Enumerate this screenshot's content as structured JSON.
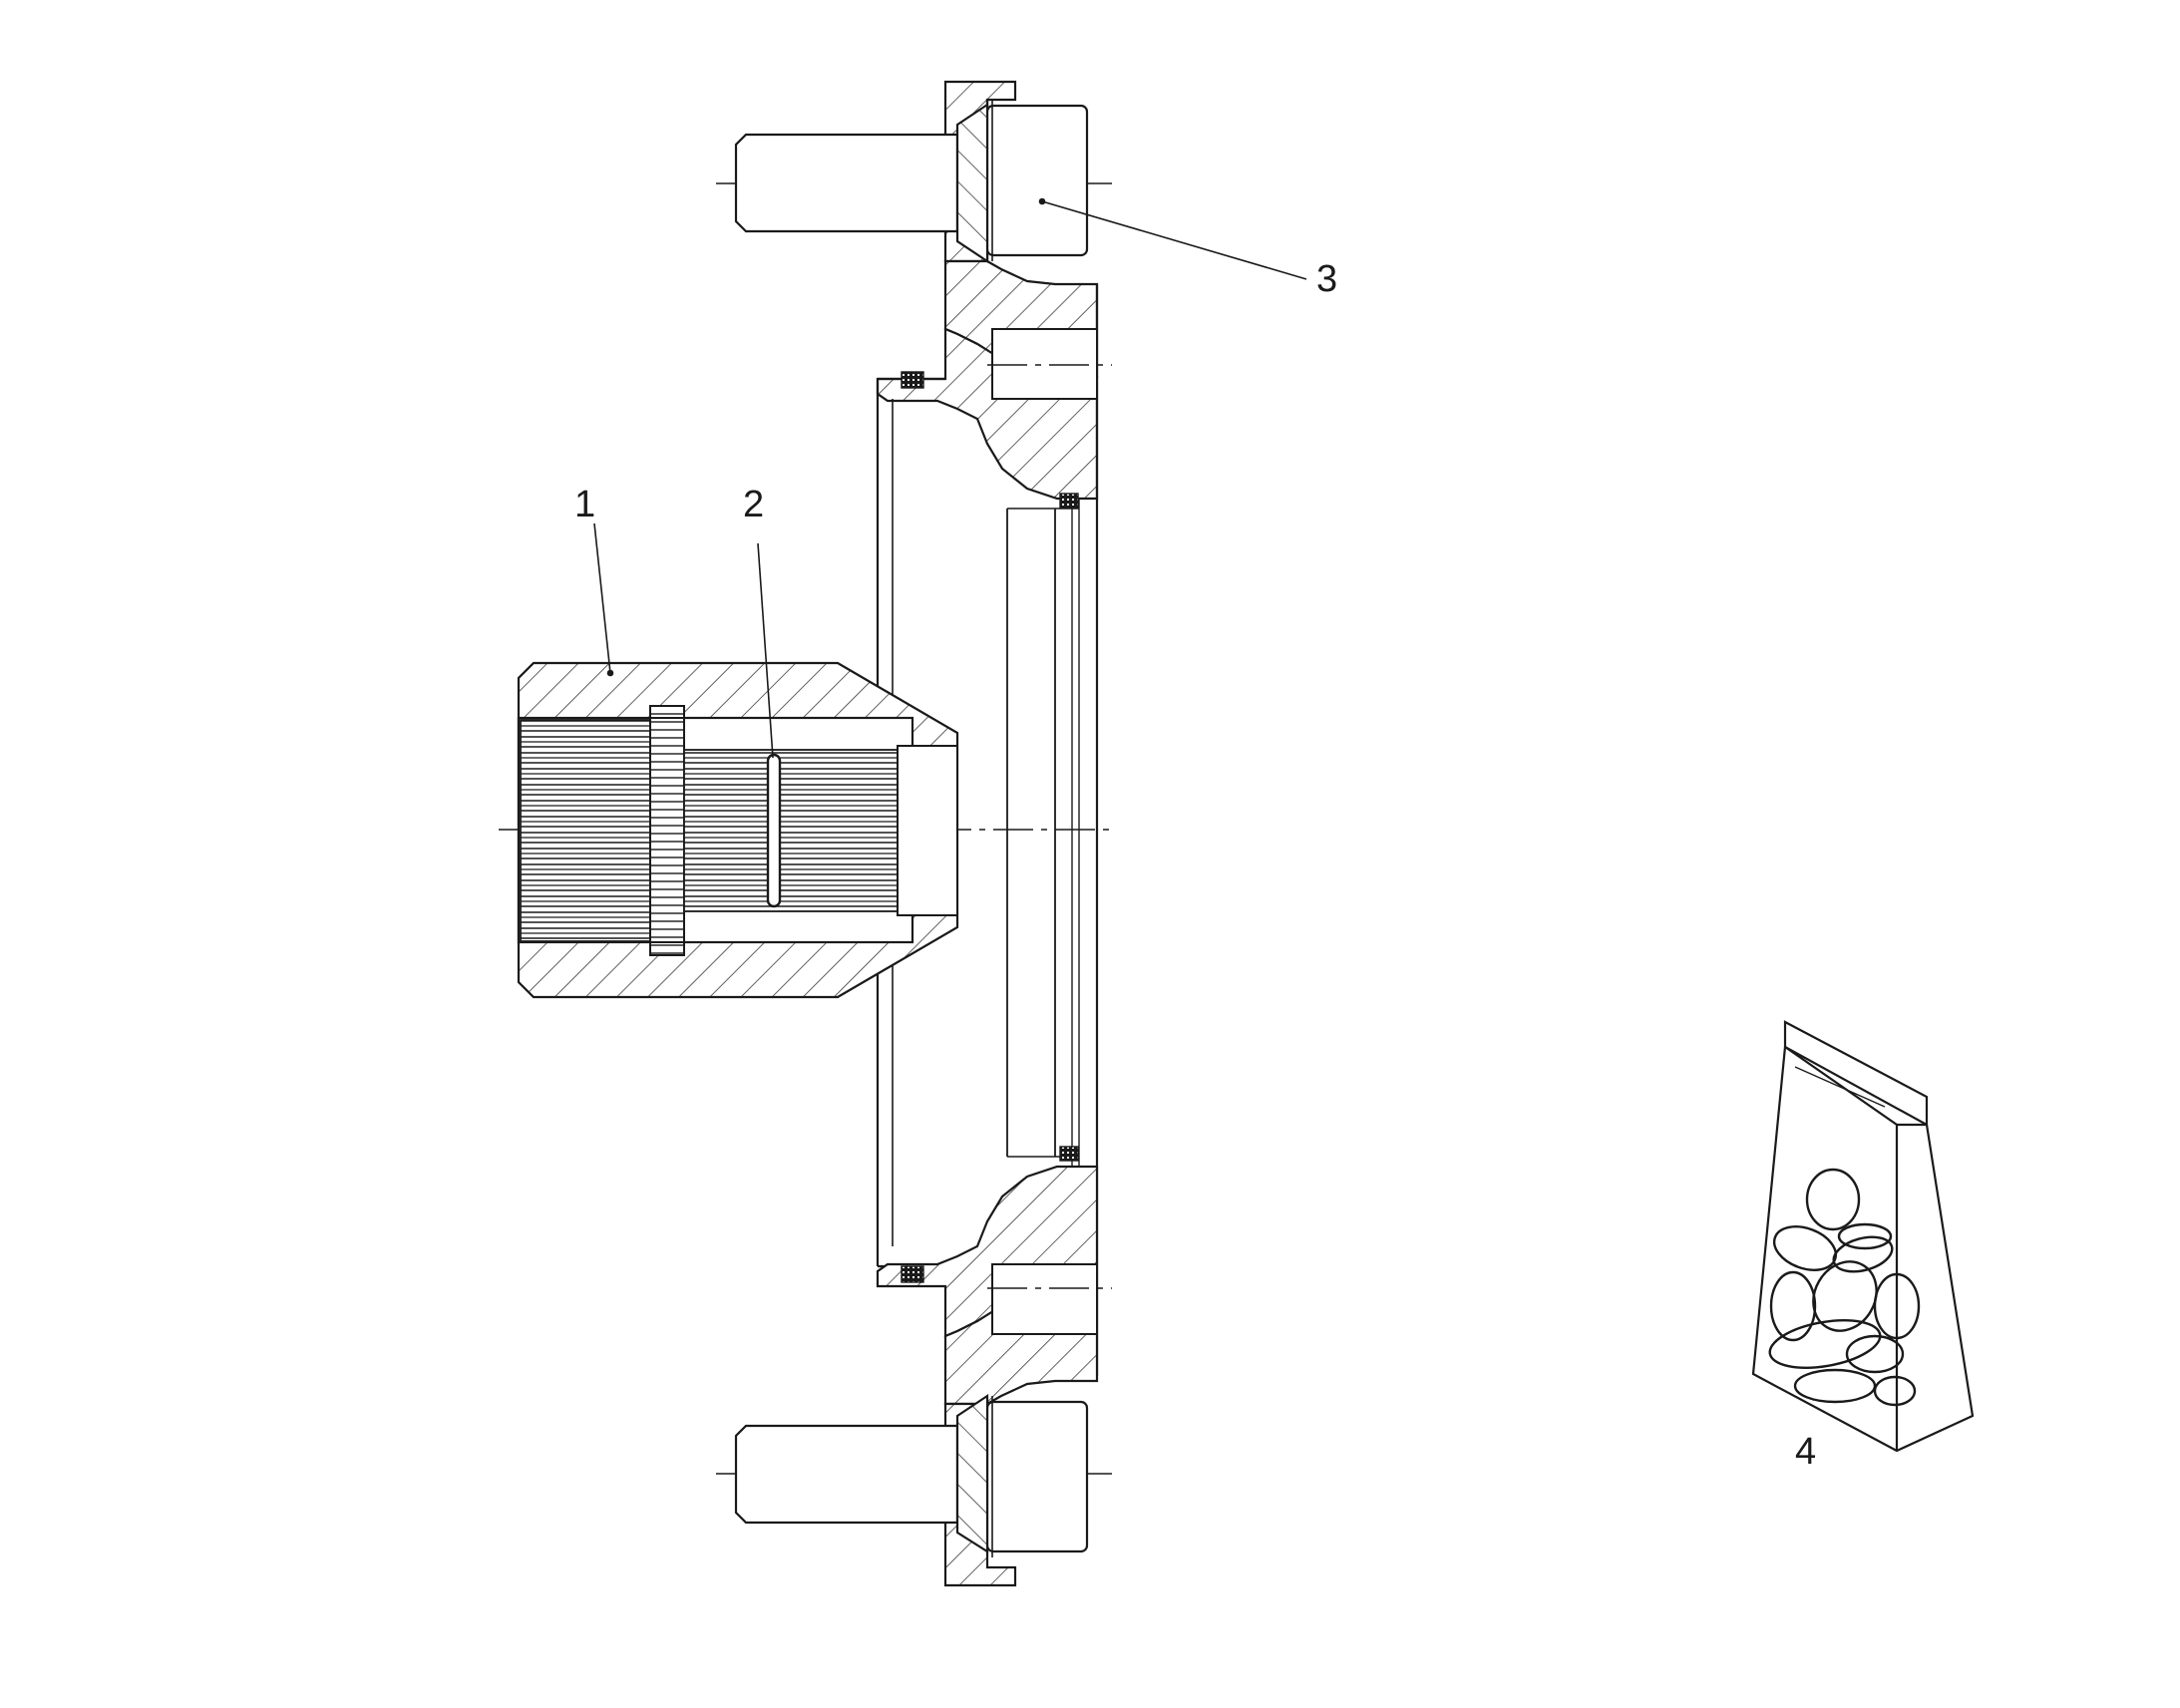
{
  "callouts": {
    "c1": "1",
    "c2": "2",
    "c3": "3",
    "c4": "4"
  },
  "parts": [
    {
      "ref": "1",
      "icon": "splined-coupling-hub-icon"
    },
    {
      "ref": "2",
      "icon": "retaining-ring-icon"
    },
    {
      "ref": "3",
      "icon": "socket-head-cap-screw-icon"
    },
    {
      "ref": "4",
      "icon": "o-ring-seal-kit-bag-icon"
    }
  ],
  "colors": {
    "line": "#1a1a1a",
    "hatch": "#3a3a3a",
    "background": "#ffffff"
  }
}
